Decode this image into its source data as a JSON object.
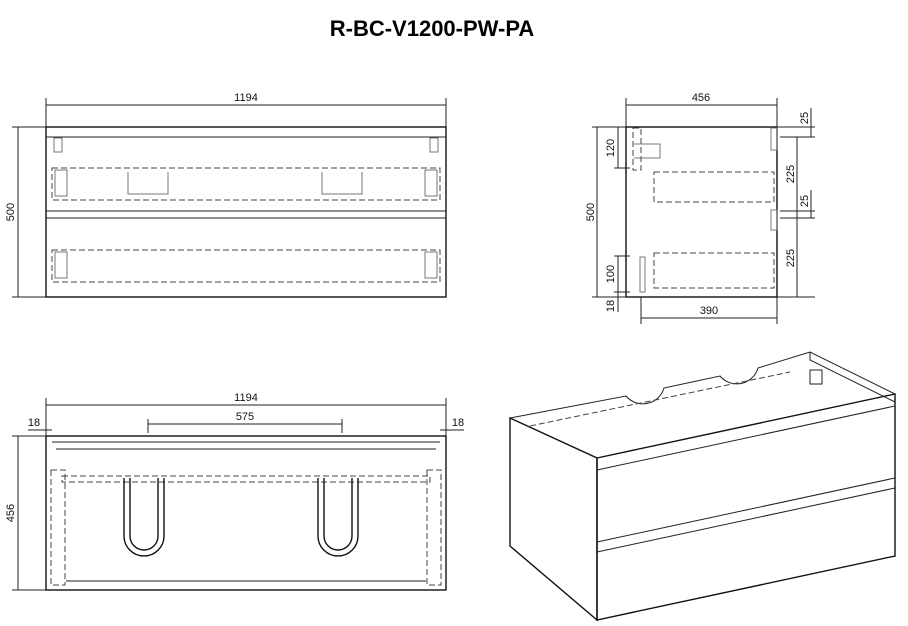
{
  "title": "R-BC-V1200-PW-PA",
  "front_view": {
    "width": "1194",
    "height": "500"
  },
  "side_view": {
    "depth": "456",
    "height": "500",
    "top_offset": "120",
    "bottom_offset": "100",
    "plinth": "18",
    "inner_depth": "390",
    "gap_top": "25",
    "drawer_upper": "225",
    "gap_mid": "25",
    "drawer_lower": "225"
  },
  "top_view": {
    "width": "1194",
    "spacing": "575",
    "left_panel": "18",
    "right_panel": "18",
    "depth": "456"
  }
}
